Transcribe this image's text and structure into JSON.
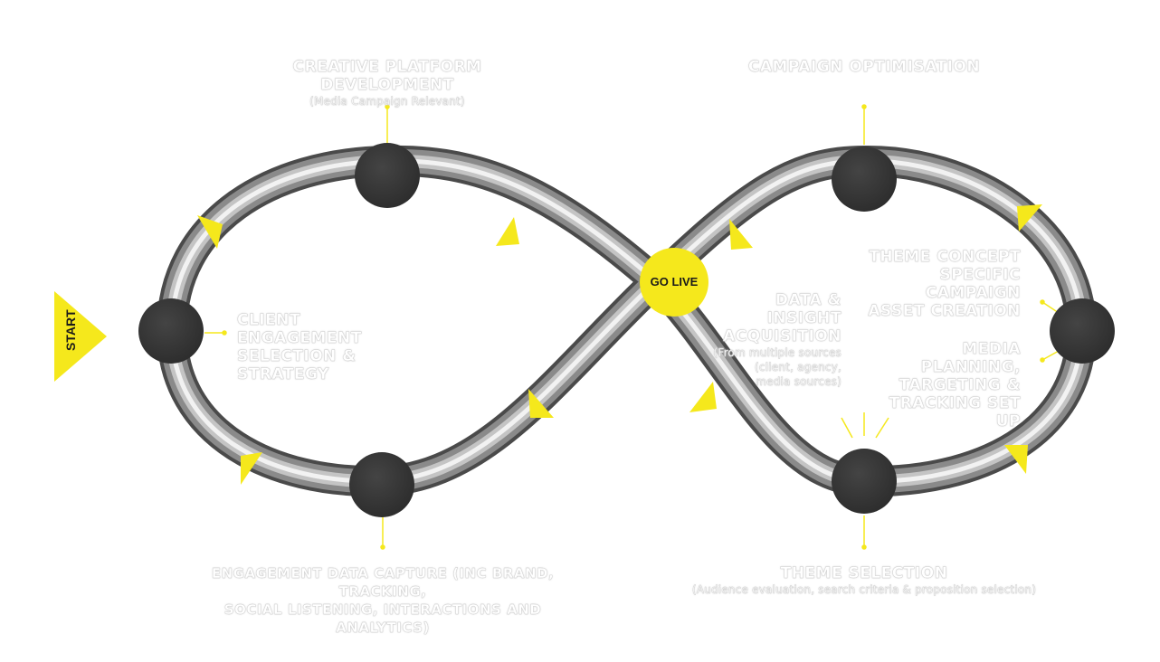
{
  "start_label": "START",
  "go_live_label": "GO LIVE",
  "colors": {
    "accent": "#f5e81c",
    "node": "#333333",
    "tube_dark": "#5a5a5a",
    "tube_light": "#e6e6e6"
  },
  "steps": {
    "creative": {
      "title": "CREATIVE PLATFORM DEVELOPMENT",
      "sub": "(Media Campaign Relevant)"
    },
    "campaign_optimisation": {
      "title": "CAMPAIGN OPTIMISATION",
      "sub": ""
    },
    "client_engagement": {
      "title_line1": "CLIENT ENGAGEMENT",
      "title_line2": "SELECTION & STRATEGY"
    },
    "data_insight": {
      "title_line1": "DATA & INSIGHT",
      "title_line2": "ACQUISITION",
      "sub_line1": "(From multiple sources",
      "sub_line2": "(client, agency,",
      "sub_line3": "media sources)"
    },
    "theme_assets": {
      "line1": "THEME CONCEPT",
      "line2": "SPECIFIC CAMPAIGN",
      "line3": "ASSET CREATION"
    },
    "media_planning": {
      "line1": "MEDIA PLANNING,",
      "line2": "TARGETING &",
      "line3": "TRACKING SET UP"
    },
    "engagement_capture": {
      "line1": "ENGAGEMENT DATA CAPTURE (INC BRAND, TRACKING,",
      "line2": "SOCIAL LISTENING, INTERACTIONS AND ANALYTICS)"
    },
    "theme_selection": {
      "title": "THEME SELECTION",
      "sub": "(Audience evaluation, search criteria & proposition selection)"
    }
  }
}
